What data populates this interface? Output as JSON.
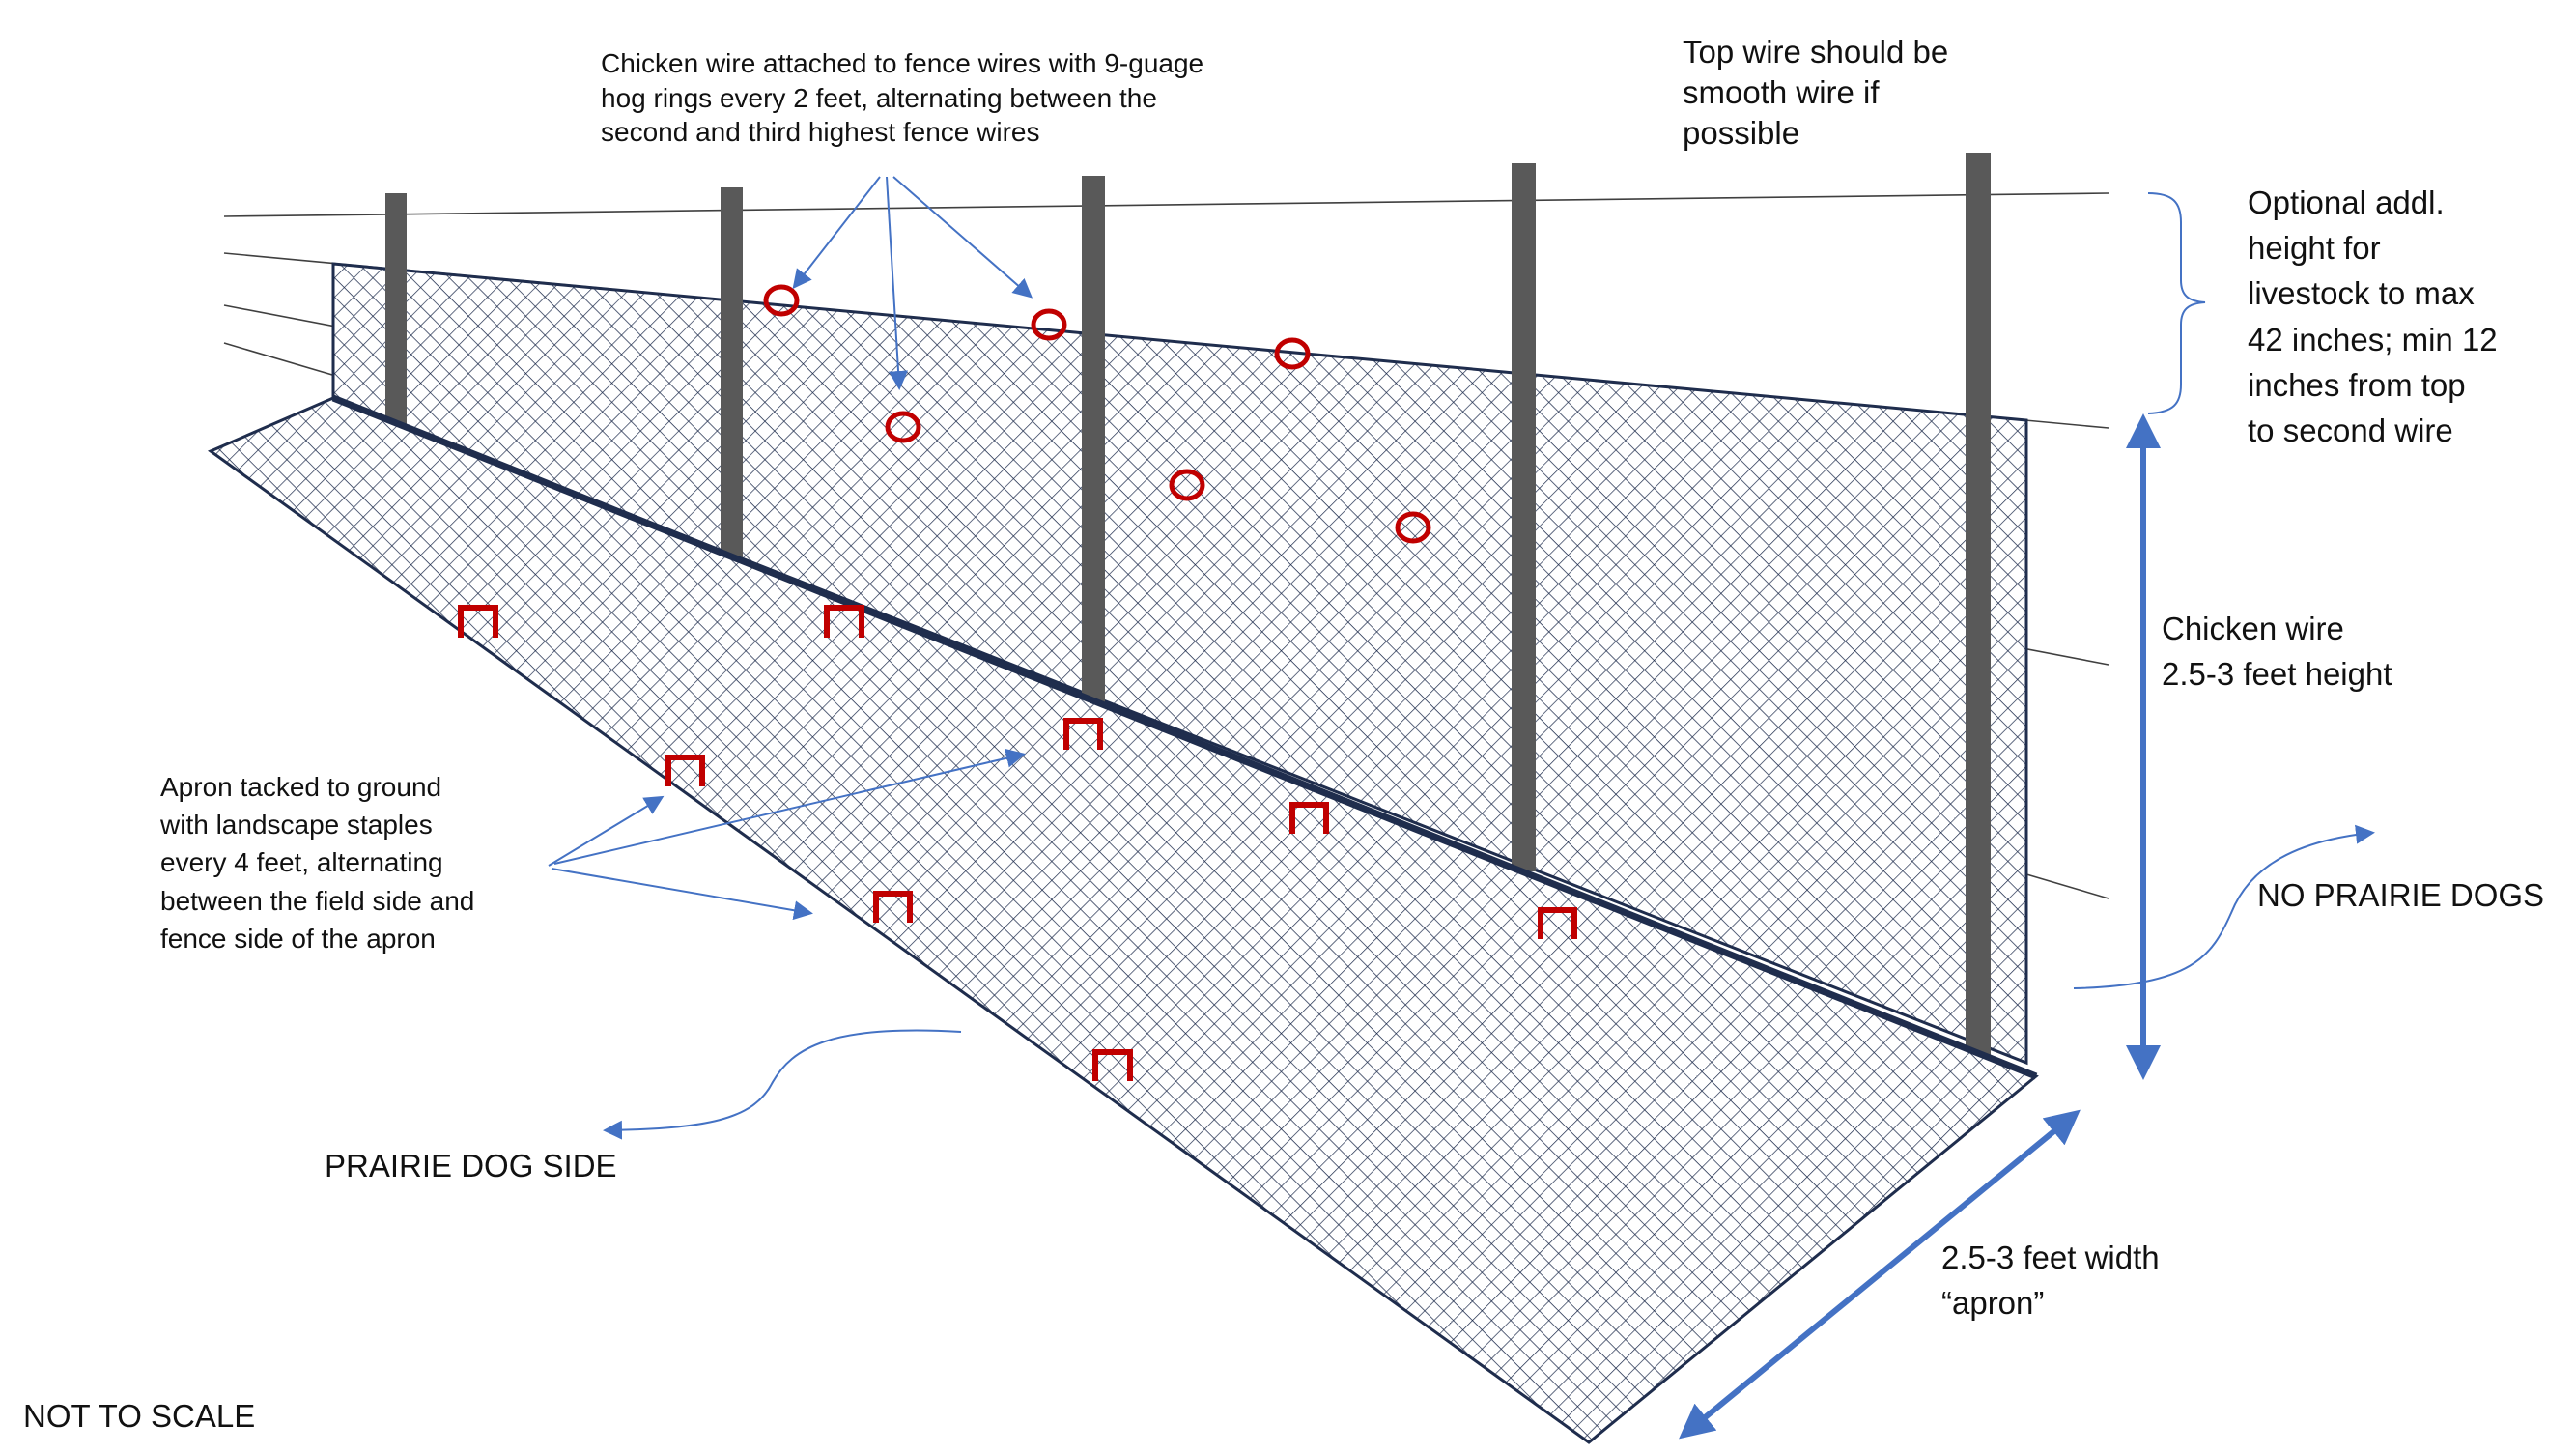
{
  "labels": {
    "hog_rings": [
      "Chicken wire attached to fence wires with 9-guage",
      "hog rings every 2 feet, alternating between the",
      "second and third highest fence wires"
    ],
    "top_wire": [
      "Top wire should be",
      "smooth wire if",
      "possible"
    ],
    "optional_height": [
      "Optional addl.",
      "height for",
      "livestock to max",
      "42 inches; min 12",
      "inches from top",
      "to second wire"
    ],
    "chicken_wire": [
      "Chicken wire",
      "2.5-3 feet height"
    ],
    "no_prairie_dogs": "NO PRAIRIE DOGS",
    "apron_tacked": [
      "Apron tacked to ground",
      "with landscape staples",
      "every 4 feet, alternating",
      "between the field side and",
      "fence side of the apron"
    ],
    "prairie_dog_side": "PRAIRIE DOG SIDE",
    "apron_width": [
      "2.5-3 feet width",
      "“apron”"
    ],
    "not_to_scale": "NOT TO SCALE"
  },
  "colors": {
    "fence_post": "#595959",
    "mesh_line": "#1f2d4d",
    "panel_outline": "#1f2d4d",
    "hog_ring": "#c00000",
    "staple": "#c00000",
    "arrow_blue": "#4472c4",
    "wire": "#404040"
  },
  "icons": {
    "hog_ring": "red-circle-icon",
    "staple": "red-staple-icon"
  }
}
